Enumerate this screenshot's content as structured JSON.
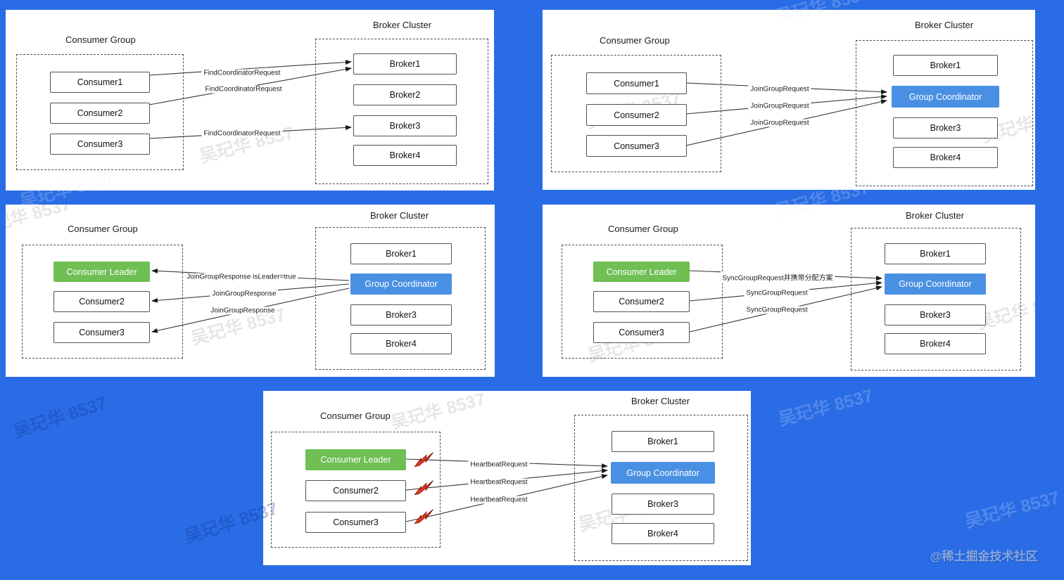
{
  "page": {
    "background_color": "#2a6ce5",
    "watermark": "吴玘华 8537",
    "credit": "@稀土掘金技术社区"
  },
  "colors": {
    "coordinator_blue": "#4a90e2",
    "leader_green": "#6fbf54",
    "bolt_red": "#e03a26",
    "panel_white": "#ffffff"
  },
  "panels": [
    {
      "name": "find-coordinator-phase",
      "consumer_group_title": "Consumer Group",
      "broker_cluster_title": "Broker Cluster",
      "consumers": [
        {
          "label": "Consumer1",
          "type": "normal"
        },
        {
          "label": "Consumer2",
          "type": "normal"
        },
        {
          "label": "Consumer3",
          "type": "normal"
        }
      ],
      "brokers": [
        {
          "label": "Broker1",
          "type": "normal"
        },
        {
          "label": "Broker2",
          "type": "normal"
        },
        {
          "label": "Broker3",
          "type": "normal"
        },
        {
          "label": "Broker4",
          "type": "normal"
        }
      ],
      "arrow_labels": [
        "FindCoordinatorRequest",
        "FindCoordinatorRequest",
        "FindCoordinatorRequest"
      ],
      "arrow_direction": "consumer-to-broker"
    },
    {
      "name": "join-group-request-phase",
      "consumer_group_title": "Consumer Group",
      "broker_cluster_title": "Broker Cluster",
      "consumers": [
        {
          "label": "Consumer1",
          "type": "normal"
        },
        {
          "label": "Consumer2",
          "type": "normal"
        },
        {
          "label": "Consumer3",
          "type": "normal"
        }
      ],
      "brokers": [
        {
          "label": "Broker1",
          "type": "normal"
        },
        {
          "label": "Group Coordinator",
          "type": "coordinator"
        },
        {
          "label": "Broker3",
          "type": "normal"
        },
        {
          "label": "Broker4",
          "type": "normal"
        }
      ],
      "arrow_labels": [
        "JoinGroupRequest",
        "JoinGroupRequest",
        "JoinGroupRequest"
      ],
      "arrow_direction": "consumer-to-coordinator"
    },
    {
      "name": "join-group-response-phase",
      "consumer_group_title": "Consumer Group",
      "broker_cluster_title": "Broker Cluster",
      "consumers": [
        {
          "label": "Consumer Leader",
          "type": "leader"
        },
        {
          "label": "Consumer2",
          "type": "normal"
        },
        {
          "label": "Consumer3",
          "type": "normal"
        }
      ],
      "brokers": [
        {
          "label": "Broker1",
          "type": "normal"
        },
        {
          "label": "Group Coordinator",
          "type": "coordinator"
        },
        {
          "label": "Broker3",
          "type": "normal"
        },
        {
          "label": "Broker4",
          "type": "normal"
        }
      ],
      "arrow_labels": [
        "JoinGroupResponse isLeader=true",
        "JoinGroupResponse",
        "JoinGroupResponse"
      ],
      "arrow_direction": "coordinator-to-consumer"
    },
    {
      "name": "sync-group-request-phase",
      "consumer_group_title": "Consumer Group",
      "broker_cluster_title": "Broker Cluster",
      "consumers": [
        {
          "label": "Consumer Leader",
          "type": "leader"
        },
        {
          "label": "Consumer2",
          "type": "normal"
        },
        {
          "label": "Consumer3",
          "type": "normal"
        }
      ],
      "brokers": [
        {
          "label": "Broker1",
          "type": "normal"
        },
        {
          "label": "Group Coordinator",
          "type": "coordinator"
        },
        {
          "label": "Broker3",
          "type": "normal"
        },
        {
          "label": "Broker4",
          "type": "normal"
        }
      ],
      "arrow_labels": [
        "SyncGroupRequest并携带分配方案",
        "SyncGroupRequest",
        "SyncGroupRequest"
      ],
      "arrow_direction": "consumer-to-coordinator"
    },
    {
      "name": "heartbeat-phase",
      "consumer_group_title": "Consumer Group",
      "broker_cluster_title": "Broker Cluster",
      "consumers": [
        {
          "label": "Consumer Leader",
          "type": "leader"
        },
        {
          "label": "Consumer2",
          "type": "normal"
        },
        {
          "label": "Consumer3",
          "type": "normal"
        }
      ],
      "brokers": [
        {
          "label": "Broker1",
          "type": "normal"
        },
        {
          "label": "Group Coordinator",
          "type": "coordinator"
        },
        {
          "label": "Broker3",
          "type": "normal"
        },
        {
          "label": "Broker4",
          "type": "normal"
        }
      ],
      "arrow_labels": [
        "HeartbeatRequest",
        "HeartbeatRequest",
        "HeartbeatRequest"
      ],
      "arrow_direction": "consumer-to-coordinator",
      "bolt_icon_count": 3
    }
  ]
}
